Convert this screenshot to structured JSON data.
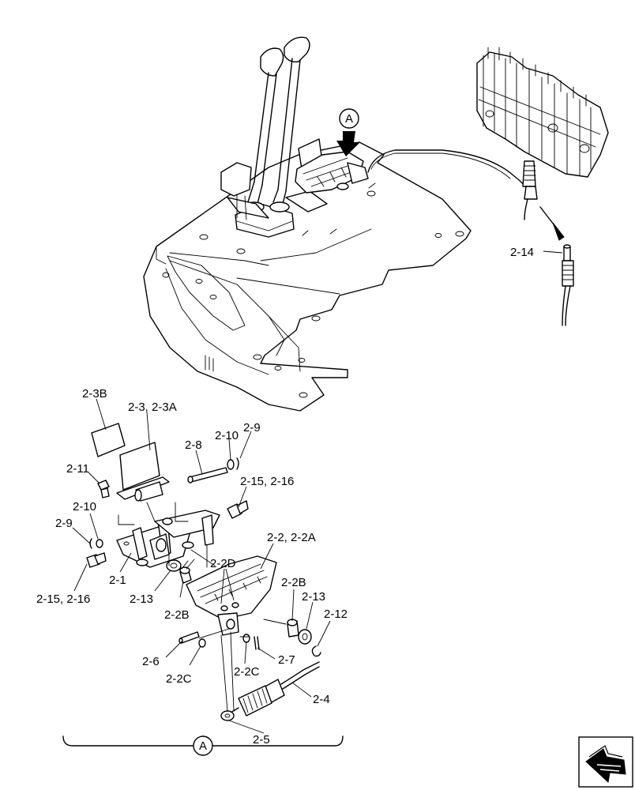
{
  "view_marker": "A",
  "labels": {
    "l_2_14": "2-14",
    "l_2_3b": "2-3B",
    "l_2_3": "2-3, 2-3A",
    "l_2_8": "2-8",
    "l_2_10a": "2-10",
    "l_2_9a": "2-9",
    "l_2_11": "2-11",
    "l_2_15a": "2-15, 2-16",
    "l_2_10b": "2-10",
    "l_2_9b": "2-9",
    "l_2_2": "2-2, 2-2A",
    "l_2_2d": "2-2D",
    "l_2_1": "2-1",
    "l_2_15b": "2-15, 2-16",
    "l_2_13a": "2-13",
    "l_2_2b_a": "2-2B",
    "l_2_2b_b": "2-2B",
    "l_2_13b": "2-13",
    "l_2_12": "2-12",
    "l_2_6": "2-6",
    "l_2_2c_a": "2-2C",
    "l_2_2c_b": "2-2C",
    "l_2_7": "2-7",
    "l_2_4": "2-4",
    "l_2_5": "2-5"
  }
}
